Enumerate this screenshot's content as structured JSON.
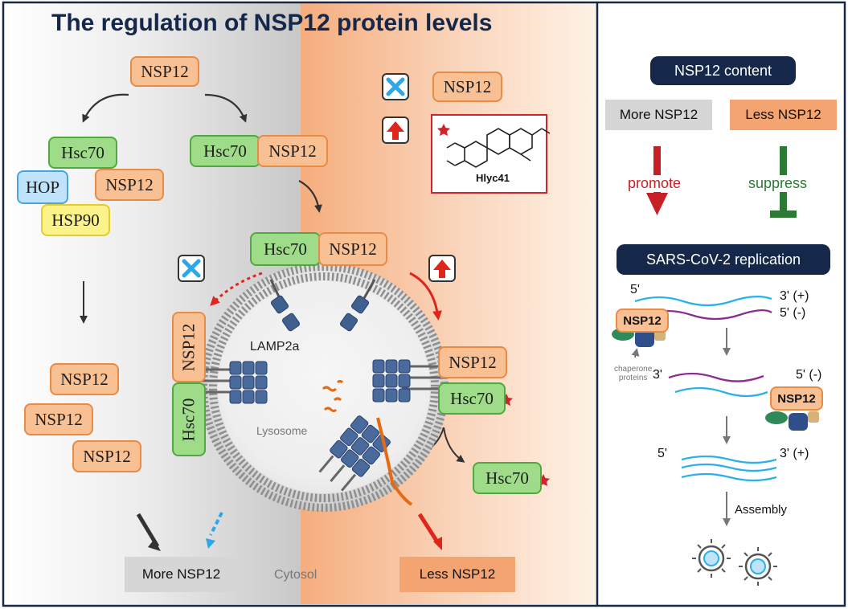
{
  "title": "The regulation of NSP12 protein levels",
  "left_panel": {
    "top_nsp12": "NSP12",
    "hsc70_complex": {
      "hsc70": "Hsc70",
      "hop": "HOP",
      "nsp12": "NSP12",
      "hsp90": "HSP90"
    },
    "hsc70_nsp12": {
      "hsc70": "Hsc70",
      "nsp12": "NSP12"
    },
    "membrane_complex": {
      "hsc70": "Hsc70",
      "nsp12": "NSP12"
    },
    "accumulated_nsp12": [
      "NSP12",
      "NSP12",
      "NSP12"
    ],
    "left_receptor": {
      "nsp12": "NSP12",
      "hsc70": "Hsc70"
    },
    "right_receptor": {
      "nsp12": "NSP12",
      "hsc70": "Hsc70"
    },
    "released_hsc70": "Hsc70",
    "lamp2a_label": "LAMP2a",
    "lysosome_label": "Lysosome",
    "cytosol_label": "Cytosol",
    "more_result": "More NSP12",
    "less_result": "Less NSP12",
    "legend_nsp12": "NSP12",
    "compound_name": "Hlyc41"
  },
  "right_panel": {
    "header": "NSP12 content",
    "more_label": "More NSP12",
    "less_label": "Less NSP12",
    "promote": "promote",
    "suppress": "suppress",
    "replication_header": "SARS-CoV-2 replication",
    "strand1": {
      "left": "5'",
      "right_top": "3' (+)",
      "right_bottom": "5' (-)"
    },
    "strand2": {
      "left": "3'",
      "right": "5' (-)"
    },
    "strand3": {
      "left": "5'",
      "right": "3' (+)"
    },
    "polymerase_1": "NSP12",
    "polymerase_2": "NSP12",
    "chaperone_label": "chaperone\nproteins",
    "assembly": "Assembly"
  },
  "colors": {
    "navy": "#15284a",
    "orange_fill": "#f8c093",
    "orange_border": "#e98a45",
    "green_fill": "#9fdc8a",
    "green_border": "#52a840",
    "promote_red": "#c81f25",
    "suppress_green": "#2c7a36",
    "inhibit_blue": "#1f9be0"
  }
}
